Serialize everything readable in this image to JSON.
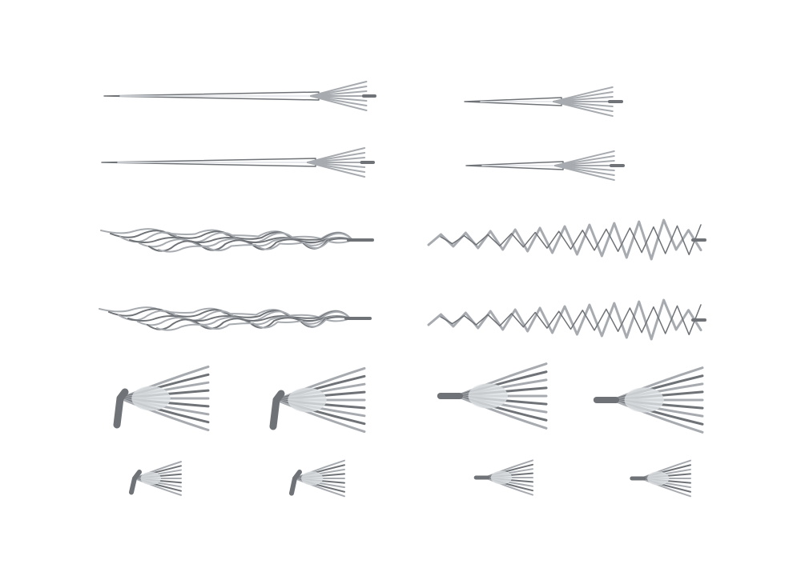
{
  "colors": {
    "background": "#ffffff",
    "part_dark": "#6f7377",
    "part_mid": "#a7abb0",
    "part_light": "#dfe2e5"
  },
  "parts": [
    {
      "kind": "spike-long"
    },
    {
      "kind": "spike-long"
    },
    {
      "kind": "spike-short"
    },
    {
      "kind": "spike-short"
    },
    {
      "kind": "flame"
    },
    {
      "kind": "flame"
    },
    {
      "kind": "lightning"
    },
    {
      "kind": "lightning"
    },
    {
      "kind": "burst-hand-large"
    },
    {
      "kind": "burst-hand-large"
    },
    {
      "kind": "burst-cone-large"
    },
    {
      "kind": "burst-cone-large"
    },
    {
      "kind": "burst-hand-small"
    },
    {
      "kind": "burst-hand-small"
    },
    {
      "kind": "burst-cone-small"
    },
    {
      "kind": "burst-cone-small"
    }
  ]
}
